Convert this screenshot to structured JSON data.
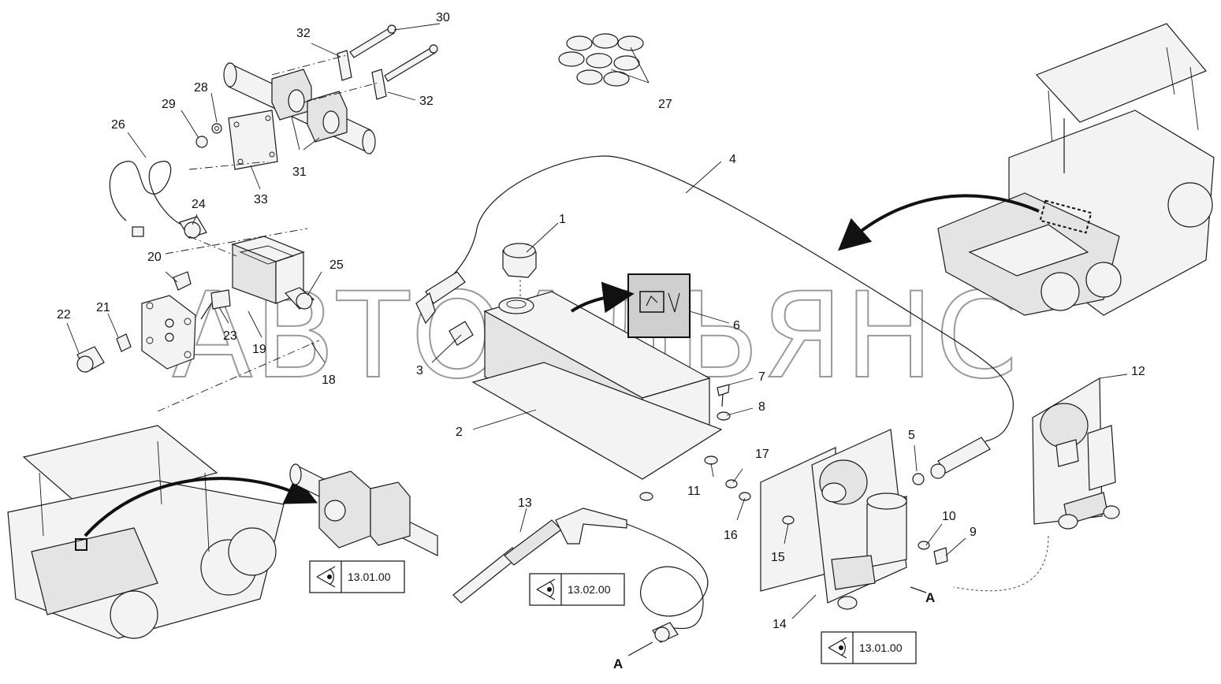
{
  "watermark": "АВТОАЛЬЯНС",
  "callouts": {
    "c1": "1",
    "c2": "2",
    "c3": "3",
    "c4": "4",
    "c5": "5",
    "c6": "6",
    "c7": "7",
    "c8": "8",
    "c9": "9",
    "c10": "10",
    "c11": "11",
    "c12": "12",
    "c13": "13",
    "c14": "14",
    "c15": "15",
    "c16": "16",
    "c17": "17",
    "c18": "18",
    "c19": "19",
    "c20": "20",
    "c21": "21",
    "c22": "22",
    "c23": "23",
    "c24": "24",
    "c25": "25",
    "c26": "26",
    "c27": "27",
    "c28": "28",
    "c29": "29",
    "c30": "30",
    "c31": "31",
    "c32a": "32",
    "c32b": "32",
    "c33": "33"
  },
  "connection_marks": {
    "a1": "A",
    "a2": "A"
  },
  "references": [
    {
      "label": "13.01.00",
      "icon": "eye-view-icon"
    },
    {
      "label": "13.02.00",
      "icon": "eye-view-icon"
    },
    {
      "label": "13.01.00",
      "icon": "eye-view-icon"
    }
  ],
  "symbols": {
    "tank_label": "wash-fluid-pictogram-icon"
  }
}
